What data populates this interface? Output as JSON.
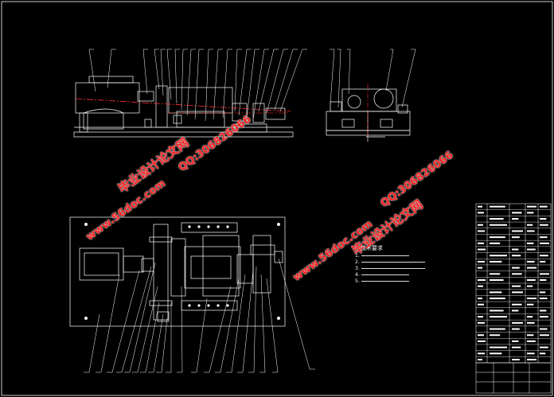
{
  "watermarks": [
    {
      "text": "毕业设计论文网",
      "role": "cn-site"
    },
    {
      "text": "www.56doc.com",
      "role": "url"
    },
    {
      "text": "QQ:306826066",
      "role": "qq"
    },
    {
      "text": "毕业设计论文网",
      "role": "cn-site"
    },
    {
      "text": "www.56doc.com",
      "role": "url"
    },
    {
      "text": "QQ:306826066",
      "role": "qq"
    }
  ],
  "tech_requirements": {
    "title": "技术要求",
    "lines": [
      "1.",
      "2.",
      "3.",
      "4.",
      "5."
    ]
  },
  "colors": {
    "background": "#000000",
    "line": "#ffffff",
    "centerline": "#ff3030",
    "watermark": "#ff2020"
  }
}
